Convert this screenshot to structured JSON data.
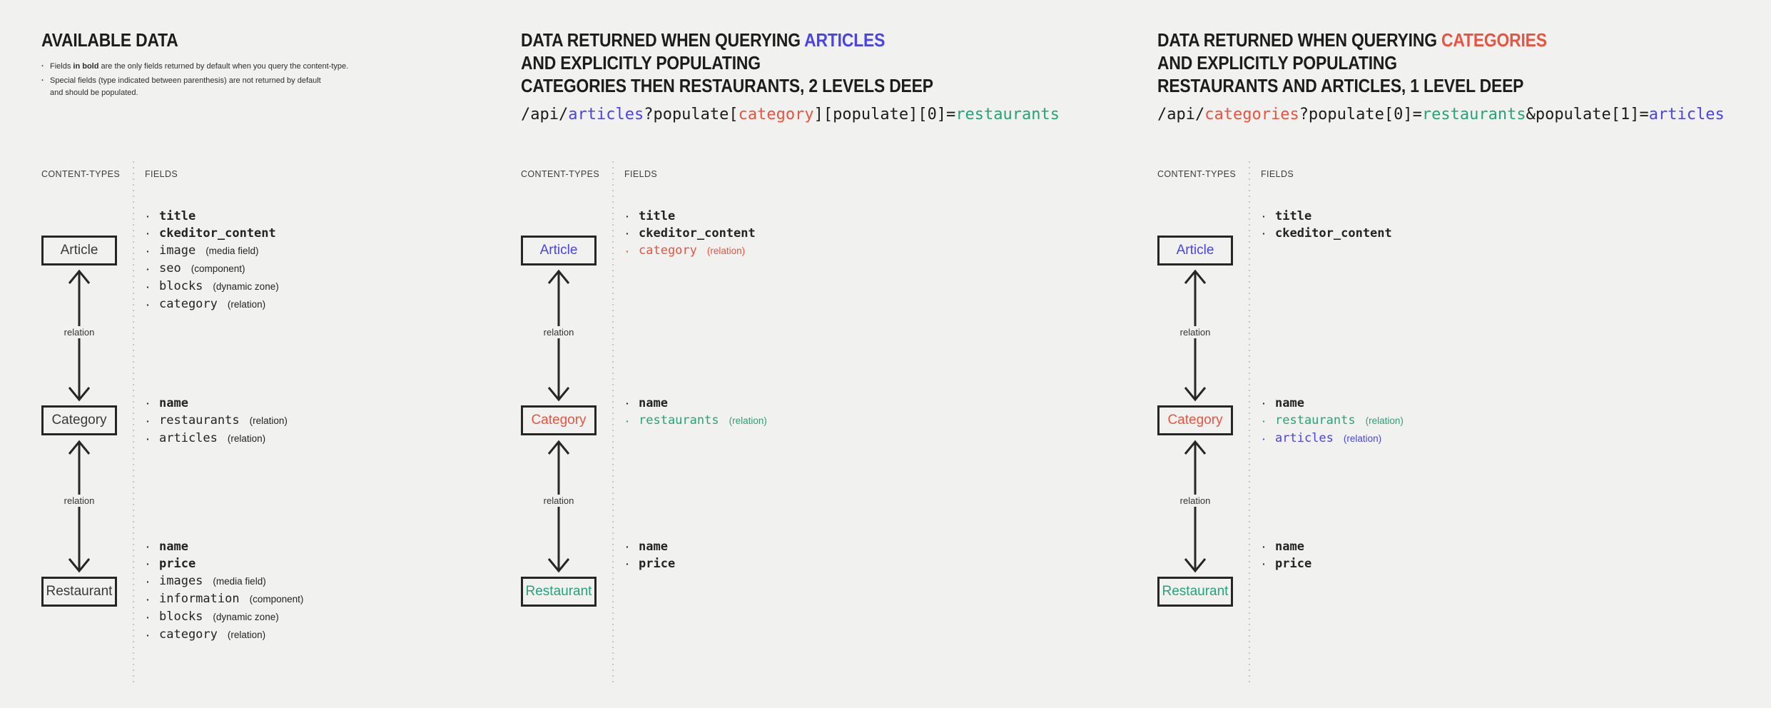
{
  "colors": {
    "ink": "#1c1c1c",
    "gray": "#3a3a3a",
    "blue": "#4a43e6",
    "red": "#e85440",
    "teal": "#28a17d",
    "background": "#f1f1ef"
  },
  "notes": {
    "item1": {
      "prefix": "Fields ",
      "bold": "in bold",
      "suffix": " are the only fields returned by default when you query the content-type."
    },
    "item2": {
      "line1": "Special fields (type indicated between parenthesis) are not returned by default",
      "line2": "and should be populated."
    }
  },
  "diagram_headers": {
    "content_types": "CONTENT-TYPES",
    "fields": "FIELDS"
  },
  "relation_label": "relation",
  "columns": [
    {
      "title": "AVAILABLE DATA",
      "nodes": [
        {
          "id": "article",
          "label": "Article",
          "label_color": "gray",
          "fields": [
            {
              "name": "title",
              "bold": true,
              "type": ""
            },
            {
              "name": "ckeditor_content",
              "bold": true,
              "type": ""
            },
            {
              "name": "image",
              "bold": false,
              "type": "(media field)"
            },
            {
              "name": "seo",
              "bold": false,
              "type": "(component)"
            },
            {
              "name": "blocks",
              "bold": false,
              "type": "(dynamic zone)"
            },
            {
              "name": "category",
              "bold": false,
              "type": "(relation)"
            }
          ]
        },
        {
          "id": "category",
          "label": "Category",
          "label_color": "gray",
          "fields": [
            {
              "name": "name",
              "bold": true,
              "type": ""
            },
            {
              "name": "restaurants",
              "bold": false,
              "type": "(relation)"
            },
            {
              "name": "articles",
              "bold": false,
              "type": "(relation)"
            }
          ]
        },
        {
          "id": "restaurant",
          "label": "Restaurant",
          "label_color": "gray",
          "fields": [
            {
              "name": "name",
              "bold": true,
              "type": ""
            },
            {
              "name": "price",
              "bold": true,
              "type": ""
            },
            {
              "name": "images",
              "bold": false,
              "type": "(media field)"
            },
            {
              "name": "information",
              "bold": false,
              "type": "(component)"
            },
            {
              "name": "blocks",
              "bold": false,
              "type": "(dynamic zone)"
            },
            {
              "name": "category",
              "bold": false,
              "type": "(relation)"
            }
          ]
        }
      ]
    },
    {
      "heading_segments": [
        {
          "text": "DATA RETURNED WHEN QUERYING ",
          "color": "ink"
        },
        {
          "text": "ARTICLES",
          "color": "blue",
          "br": true
        },
        {
          "text": "AND EXPLICITLY POPULATING",
          "color": "ink",
          "br": true
        },
        {
          "text": "CATEGORIES THEN RESTAURANTS, 2 LEVELS DEEP",
          "color": "ink"
        }
      ],
      "code_segments": [
        {
          "text": "/api/",
          "color": "ink"
        },
        {
          "text": "articles",
          "color": "blue"
        },
        {
          "text": "?populate[",
          "color": "ink"
        },
        {
          "text": "category",
          "color": "red"
        },
        {
          "text": "][populate][0]=",
          "color": "ink"
        },
        {
          "text": "restaurants",
          "color": "teal"
        }
      ],
      "nodes": [
        {
          "id": "article",
          "label": "Article",
          "label_color": "blue",
          "fields": [
            {
              "name": "title",
              "bold": true,
              "type": ""
            },
            {
              "name": "ckeditor_content",
              "bold": true,
              "type": ""
            },
            {
              "name": "category",
              "bold": false,
              "type": "(relation)",
              "color": "red"
            }
          ]
        },
        {
          "id": "category",
          "label": "Category",
          "label_color": "red",
          "fields": [
            {
              "name": "name",
              "bold": true,
              "type": ""
            },
            {
              "name": "restaurants",
              "bold": false,
              "type": "(relation)",
              "color": "teal"
            }
          ]
        },
        {
          "id": "restaurant",
          "label": "Restaurant",
          "label_color": "teal",
          "fields": [
            {
              "name": "name",
              "bold": true,
              "type": ""
            },
            {
              "name": "price",
              "bold": true,
              "type": ""
            }
          ]
        }
      ]
    },
    {
      "heading_segments": [
        {
          "text": "DATA RETURNED WHEN QUERYING ",
          "color": "ink"
        },
        {
          "text": "CATEGORIES",
          "color": "red",
          "br": true
        },
        {
          "text": "AND EXPLICITLY POPULATING",
          "color": "ink",
          "br": true
        },
        {
          "text": "RESTAURANTS AND ARTICLES, 1 LEVEL DEEP",
          "color": "ink"
        }
      ],
      "code_segments": [
        {
          "text": "/api/",
          "color": "ink"
        },
        {
          "text": "categories",
          "color": "red"
        },
        {
          "text": "?populate[0]=",
          "color": "ink"
        },
        {
          "text": "restaurants",
          "color": "teal"
        },
        {
          "text": "&populate[1]=",
          "color": "ink"
        },
        {
          "text": "articles",
          "color": "blue"
        }
      ],
      "nodes": [
        {
          "id": "article",
          "label": "Article",
          "label_color": "blue",
          "fields": [
            {
              "name": "title",
              "bold": true,
              "type": ""
            },
            {
              "name": "ckeditor_content",
              "bold": true,
              "type": ""
            }
          ]
        },
        {
          "id": "category",
          "label": "Category",
          "label_color": "red",
          "fields": [
            {
              "name": "name",
              "bold": true,
              "type": ""
            },
            {
              "name": "restaurants",
              "bold": false,
              "type": "(relation)",
              "color": "teal"
            },
            {
              "name": "articles",
              "bold": false,
              "type": "(relation)",
              "color": "blue"
            }
          ]
        },
        {
          "id": "restaurant",
          "label": "Restaurant",
          "label_color": "teal",
          "fields": [
            {
              "name": "name",
              "bold": true,
              "type": ""
            },
            {
              "name": "price",
              "bold": true,
              "type": ""
            }
          ]
        }
      ]
    }
  ]
}
